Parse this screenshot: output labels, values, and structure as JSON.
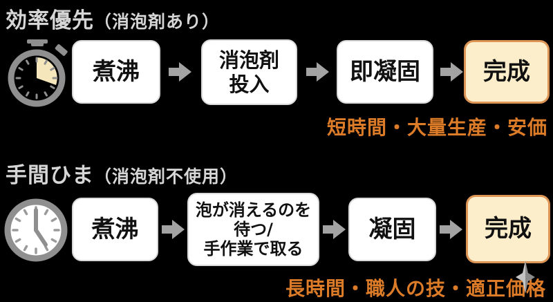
{
  "colors": {
    "background": "#000000",
    "title_text": "#d6d6d6",
    "box_background": "#ffffff",
    "box_border": "#d9d9d9",
    "box_text": "#111111",
    "final_box_background": "#fdeecb",
    "final_box_border": "#dd9555",
    "arrow_gray": "#a3a3a3",
    "icon_gray": "#8f8f8f",
    "stopwatch_wedge": "#f5e7bb",
    "clock_face": "#ffffff",
    "caption_orange": "#dd7c28",
    "sparkle_gray": "#9a9a9a"
  },
  "icons": {
    "section1": "stopwatch-icon",
    "section2": "clock-icon",
    "between_steps": "arrow-right-icon",
    "overlay": "sparkle-icon"
  },
  "sections": [
    {
      "title_main": "効率優先",
      "title_paren": "（消泡剤あり）",
      "steps": [
        {
          "lines": [
            "煮沸"
          ]
        },
        {
          "lines": [
            "消泡剤",
            "投入"
          ]
        },
        {
          "lines": [
            "即凝固"
          ]
        },
        {
          "lines": [
            "完成"
          ],
          "final": true
        }
      ],
      "caption": "短時間・大量生産・安価"
    },
    {
      "title_main": "手間ひま",
      "title_paren": "（消泡剤不使用）",
      "steps": [
        {
          "lines": [
            "煮沸"
          ]
        },
        {
          "lines": [
            "泡が消えるのを",
            "待つ/",
            "手作業で取る"
          ]
        },
        {
          "lines": [
            "凝固"
          ]
        },
        {
          "lines": [
            "完成"
          ],
          "final": true
        }
      ],
      "caption": "長時間・職人の技・適正価格"
    }
  ]
}
